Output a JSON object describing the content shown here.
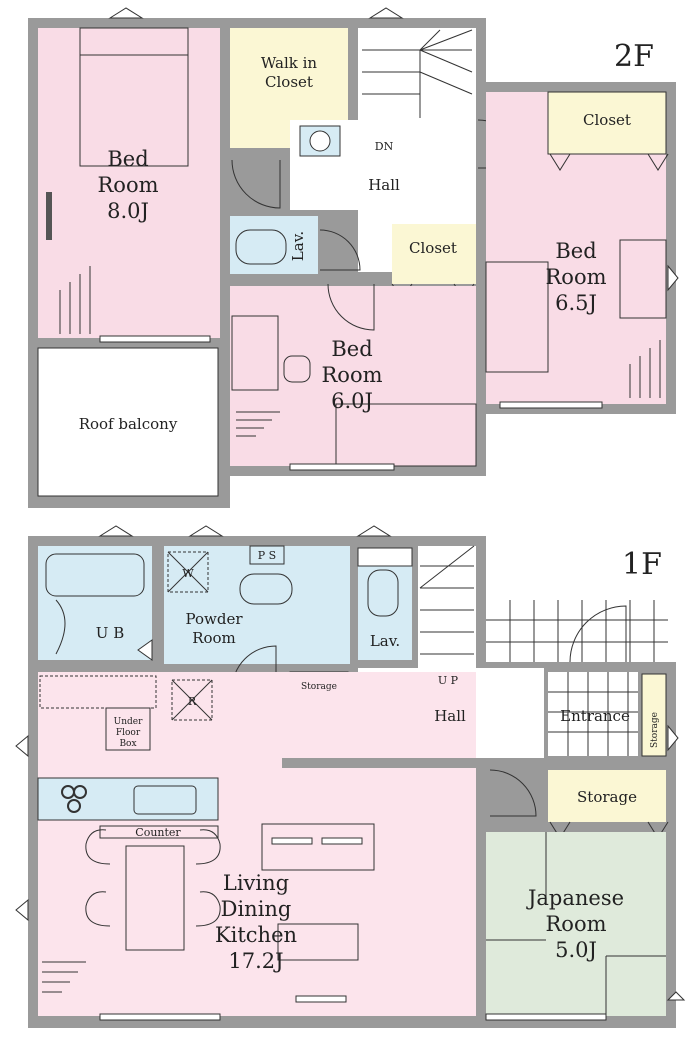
{
  "floors": {
    "second": {
      "tag": "2F",
      "rooms": {
        "bedroom_main": {
          "name_line1": "Bed",
          "name_line2": "Room",
          "size": "8.0J"
        },
        "walk_in_closet": {
          "line1": "Walk in",
          "line2": "Closet"
        },
        "hall": "Hall",
        "stairs_label": "DN",
        "lav": "Lav.",
        "closet_center": "Closet",
        "closet_right": "Closet",
        "bedroom_right": {
          "name_line1": "Bed",
          "name_line2": "Room",
          "size": "6.5J"
        },
        "bedroom_center": {
          "name_line1": "Bed",
          "name_line2": "Room",
          "size": "6.0J"
        },
        "roof_balcony": "Roof balcony"
      }
    },
    "first": {
      "tag": "1F",
      "rooms": {
        "unit_bath": "U B",
        "powder_room": {
          "line1": "Powder",
          "line2": "Room"
        },
        "washer_mark": "W",
        "ps_mark": "P S",
        "storage_small": "Storage",
        "refrigerator_mark": "R",
        "under_floor_box": {
          "line1": "Under",
          "line2": "Floor",
          "line3": "Box"
        },
        "lav": "Lav.",
        "stairs_label": "U P",
        "hall": "Hall",
        "entrance": "Entrance",
        "storage_entrance": "Storage",
        "storage_right": "Storage",
        "counter": "Counter",
        "ldk": {
          "line1": "Living",
          "line2": "Dining",
          "line3": "Kitchen",
          "size": "17.2J"
        },
        "japanese_room": {
          "line1": "Japanese",
          "line2": "Room",
          "size": "5.0J"
        }
      }
    }
  },
  "colors": {
    "bedroom_pink": "#f9dce6",
    "closet_yellow": "#fbf7d4",
    "wet_blue": "#d6ebf4",
    "tatami_green": "#dfeadb",
    "wall_gray": "#9a9a9a",
    "ldk_pink": "#fce4ec"
  }
}
